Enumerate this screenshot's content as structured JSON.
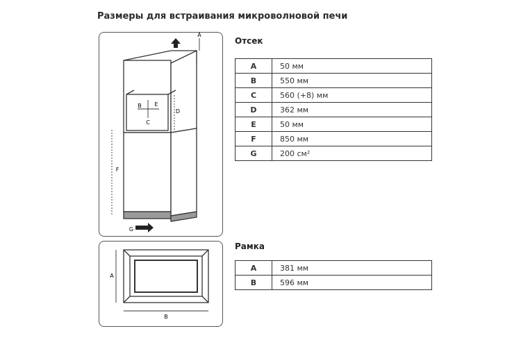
{
  "title": "Размеры для встраивания микроволновой печи",
  "cabinet": {
    "heading": "Отсек",
    "rows": [
      {
        "key": "A",
        "value": "50 мм"
      },
      {
        "key": "B",
        "value": "550 мм"
      },
      {
        "key": "C",
        "value": "560 (+8) мм"
      },
      {
        "key": "D",
        "value": "362 мм"
      },
      {
        "key": "E",
        "value": "50 мм"
      },
      {
        "key": "F",
        "value": "850 мм"
      },
      {
        "key": "G",
        "value": "200 см²"
      }
    ],
    "diagram_labels": {
      "a": "A",
      "b": "B",
      "c": "C",
      "d": "D",
      "e": "E",
      "f": "F",
      "g": "G"
    }
  },
  "frame": {
    "heading": "Рамка",
    "rows": [
      {
        "key": "A",
        "value": "381 мм"
      },
      {
        "key": "B",
        "value": "596 мм"
      }
    ],
    "diagram_labels": {
      "a": "A",
      "b": "B"
    }
  },
  "colors": {
    "line": "#333333",
    "cabinet_fill": "#ffffff",
    "base_fill": "#9a9a9a"
  }
}
